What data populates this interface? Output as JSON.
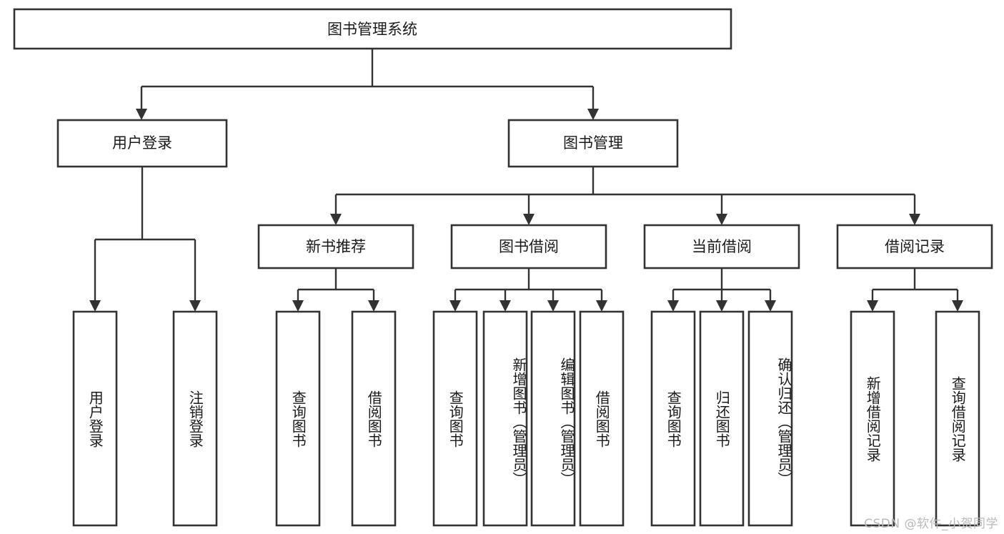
{
  "diagram": {
    "type": "tree-hierarchy",
    "root": {
      "id": "root",
      "label": "图书管理系统"
    },
    "level2": [
      {
        "id": "login",
        "label": "用户登录"
      },
      {
        "id": "bookmgmt",
        "label": "图书管理"
      }
    ],
    "level3": [
      {
        "id": "newbook",
        "label": "新书推荐",
        "parent": "bookmgmt"
      },
      {
        "id": "borrow",
        "label": "图书借阅",
        "parent": "bookmgmt"
      },
      {
        "id": "current",
        "label": "当前借阅",
        "parent": "bookmgmt"
      },
      {
        "id": "record",
        "label": "借阅记录",
        "parent": "bookmgmt"
      }
    ],
    "leaves": [
      {
        "id": "leaf-1",
        "label": "用户登录",
        "parent": "login"
      },
      {
        "id": "leaf-2",
        "label": "注销登录",
        "parent": "login"
      },
      {
        "id": "leaf-3",
        "label": "查询图书",
        "parent": "newbook"
      },
      {
        "id": "leaf-4",
        "label": "借阅图书",
        "parent": "newbook"
      },
      {
        "id": "leaf-5",
        "label": "查询图书",
        "parent": "borrow"
      },
      {
        "id": "leaf-6",
        "label": "新增图书（管理员）",
        "parent": "borrow"
      },
      {
        "id": "leaf-7",
        "label": "编辑图书（管理员）",
        "parent": "borrow"
      },
      {
        "id": "leaf-8",
        "label": "借阅图书",
        "parent": "borrow"
      },
      {
        "id": "leaf-9",
        "label": "查询图书",
        "parent": "current"
      },
      {
        "id": "leaf-10",
        "label": "归还图书",
        "parent": "current"
      },
      {
        "id": "leaf-11",
        "label": "确认归还（管理员）",
        "parent": "current"
      },
      {
        "id": "leaf-12",
        "label": "新增借阅记录",
        "parent": "record"
      },
      {
        "id": "leaf-13",
        "label": "查询借阅记录",
        "parent": "record"
      }
    ],
    "colors": {
      "stroke": "#333333",
      "fill": "#ffffff",
      "text": "#1a1a1a",
      "watermark": "#b9b9b9",
      "background": "#ffffff"
    }
  },
  "watermark": {
    "text": "CSDN @软件_小贺同学"
  }
}
